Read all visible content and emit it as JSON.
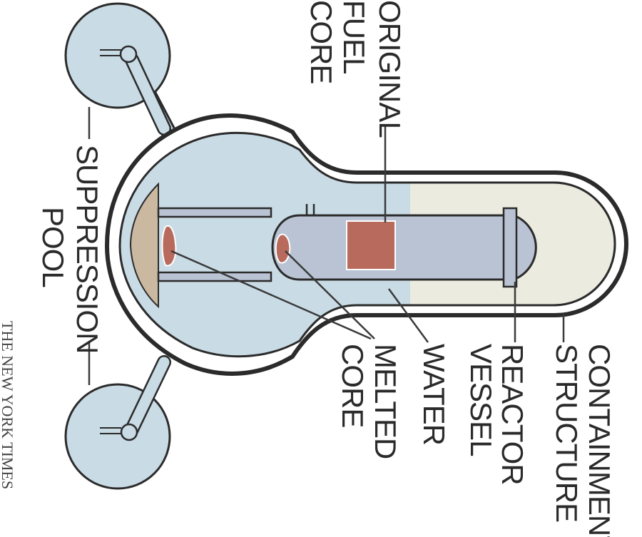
{
  "labels": {
    "original_fuel_core": [
      "ORIGINAL",
      "FUEL",
      "CORE"
    ],
    "suppression_pool": [
      "SUPPRESSION",
      "POOL"
    ],
    "melted_core": [
      "MELTED",
      "CORE"
    ],
    "water": "WATER",
    "reactor_vessel": [
      "REACTOR",
      "VESSEL"
    ],
    "containment_structure": [
      "CONTAINMENT",
      "STRUCTURE"
    ]
  },
  "credit": "THE NEW YORK TIMES",
  "colors": {
    "water": "#c9dbe5",
    "vessel": "#b9c3d4",
    "air": "#ebebe0",
    "core": "#b86a5d",
    "pool_floor": "#cbb8a0",
    "outline": "#2b2b2b"
  }
}
